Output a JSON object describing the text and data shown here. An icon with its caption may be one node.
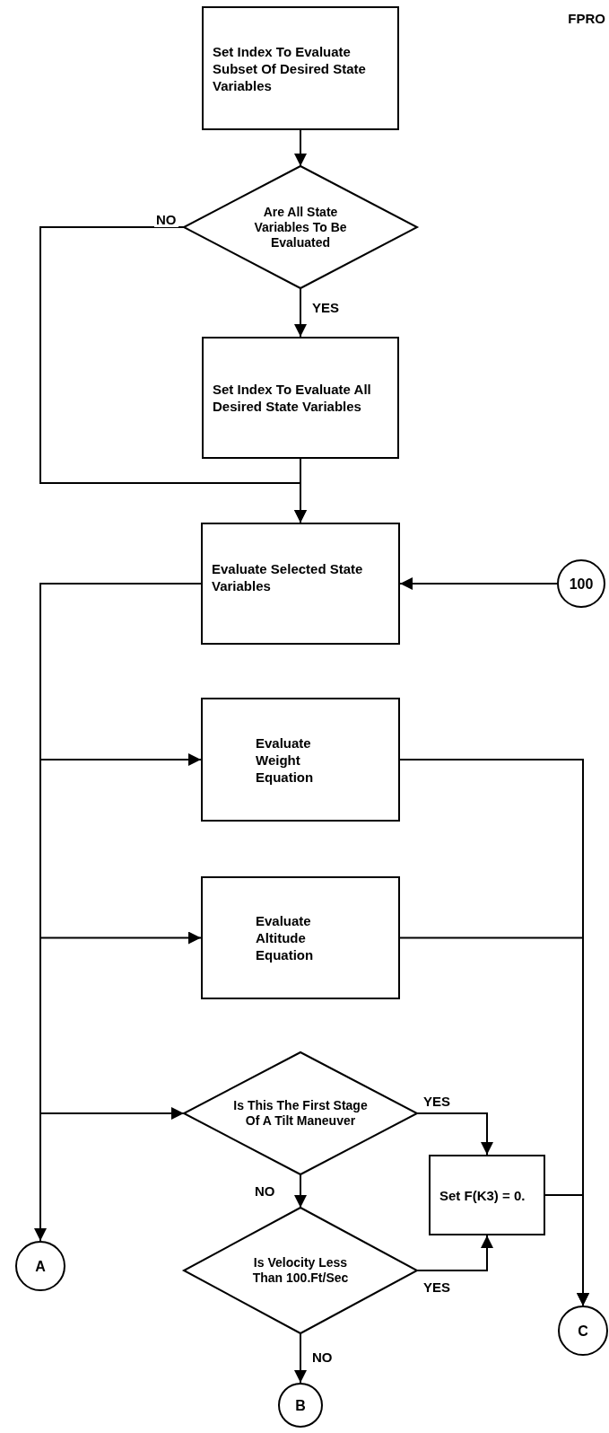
{
  "diagram": {
    "nodes": [
      {
        "text": [
          "Set Index To Evaluate Subset Of Desired State Variables"
        ]
      },
      {
        "text": [
          "Are All State Variables To Be Evaluated"
        ]
      },
      {
        "text": [
          "Set Index To Evaluate All Desired State Variables"
        ]
      },
      {
        "text": [
          "Evaluate Selected State Variables"
        ]
      },
      {
        "text": [
          "100"
        ]
      },
      {
        "text": [
          "Evaluate Weight Equation"
        ]
      },
      {
        "text": [
          "Evaluate Altitude Equation"
        ]
      },
      {
        "text": [
          "Is This The First Stage Of A Tilt Maneuver"
        ]
      },
      {
        "text": [
          "Set F(K3) = 0."
        ]
      },
      {
        "text": [
          "Is Velocity Less Than 100.Ft/Sec"
        ]
      },
      {
        "text": [
          "A"
        ]
      },
      {
        "text": [
          "C"
        ]
      },
      {
        "text": [
          "B"
        ]
      }
    ],
    "edges": [
      {
        "from": 0,
        "to": 1,
        "arrow": "to"
      },
      {
        "from": 1,
        "to": 3,
        "arrow": "to",
        "label": "NO"
      },
      {
        "from": 1,
        "to": 2,
        "arrow": "to",
        "label": "YES"
      },
      {
        "from": 2,
        "to": 3,
        "arrow": "to"
      },
      {
        "from": 4,
        "to": 3,
        "arrow": "to"
      },
      {
        "from": 3,
        "to": 5,
        "arrow": "to"
      },
      {
        "from": 3,
        "to": 6,
        "arrow": "to"
      },
      {
        "from": 3,
        "to": 7,
        "arrow": "to"
      },
      {
        "from": 3,
        "to": 10,
        "arrow": "to"
      },
      {
        "from": 5,
        "to": 11,
        "arrow": "to"
      },
      {
        "from": 6,
        "to": 11,
        "arrow": "to"
      },
      {
        "from": 7,
        "to": 8,
        "arrow": "to",
        "label": "YES"
      },
      {
        "from": 7,
        "to": 9,
        "arrow": "to",
        "label": "NO"
      },
      {
        "from": 8,
        "to": 11,
        "arrow": "to"
      },
      {
        "from": 9,
        "to": 8,
        "arrow": "to",
        "label": "YES"
      },
      {
        "from": 9,
        "to": 12,
        "arrow": "to",
        "label": "NO"
      }
    ],
    "labels": [
      "FPRO"
    ]
  }
}
